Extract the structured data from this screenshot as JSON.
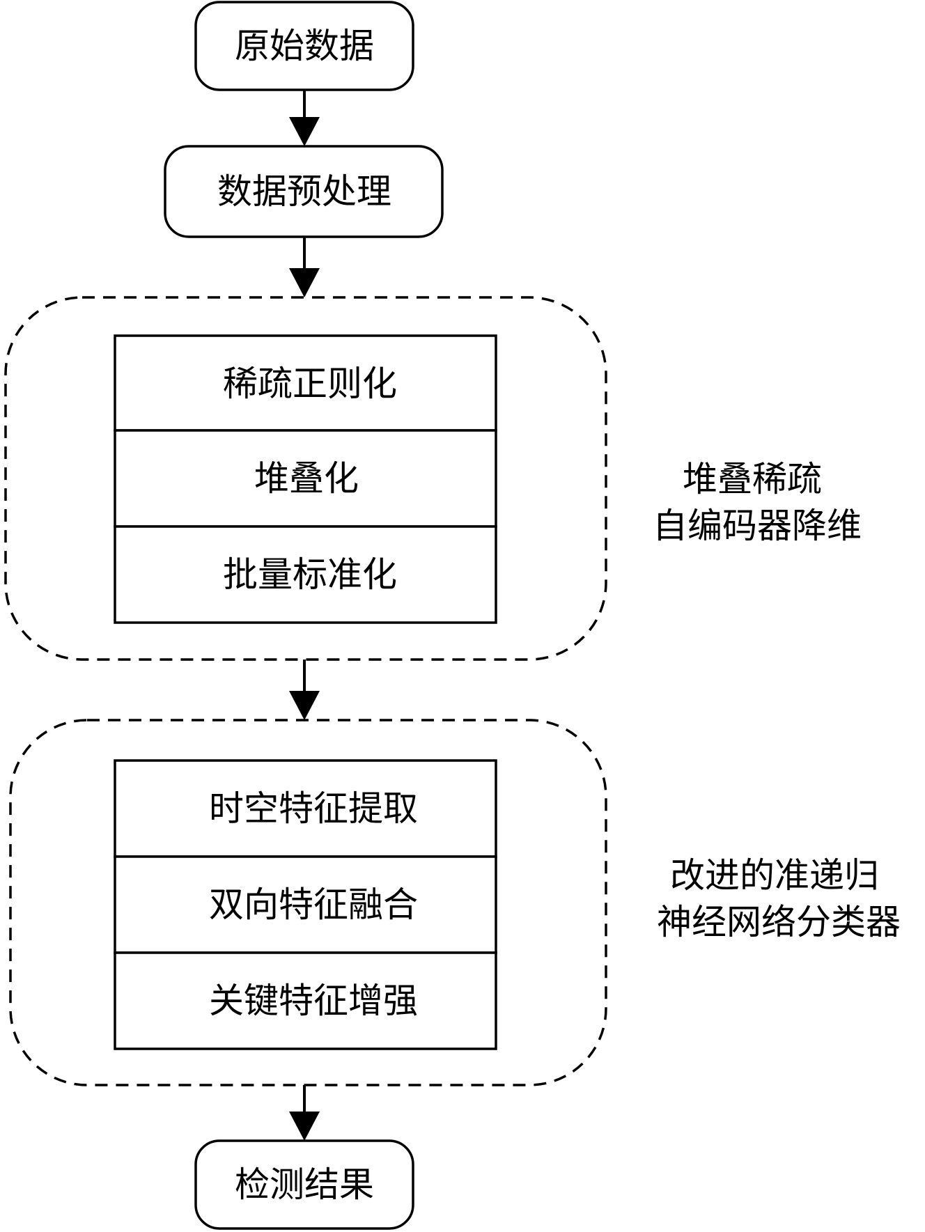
{
  "nodes": {
    "raw_data": "原始数据",
    "preprocessing": "数据预处理",
    "result": "检测结果"
  },
  "group_autoencoder": {
    "label_line1": "堆叠稀疏",
    "label_line2": "自编码器降维",
    "items": [
      "稀疏正则化",
      "堆叠化",
      "批量标准化"
    ]
  },
  "group_classifier": {
    "label_line1": "改进的准递归",
    "label_line2": "神经网络分类器",
    "items": [
      "时空特征提取",
      "双向特征融合",
      "关键特征增强"
    ]
  }
}
